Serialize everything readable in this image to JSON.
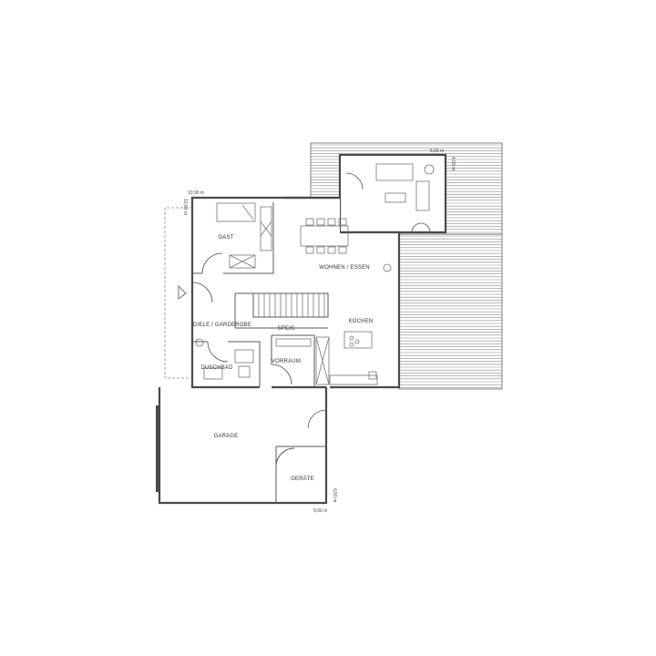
{
  "rooms": {
    "gast": "GAST",
    "wohnen_essen": "WOHNEN / ESSEN",
    "kochen": "KOCHEN",
    "diele": "DIELE / GARDEROBE",
    "speis": "SPEIS",
    "duschbad": "DUSCHBAD",
    "vorraum": "VORRAUM",
    "garage": "GARAGE",
    "geraete": "GERÄTE"
  },
  "dimensions": {
    "terrace_width": "5,55 m",
    "terrace_depth": "4,09 m",
    "house_width": "10,90 m",
    "house_depth": "10,60 m",
    "garage_depth": "6,00 m",
    "garage_width": "9,00 m"
  },
  "colors": {
    "wall": "#4a4a4a",
    "deck": "#8a8a8a",
    "background": "#ffffff"
  }
}
